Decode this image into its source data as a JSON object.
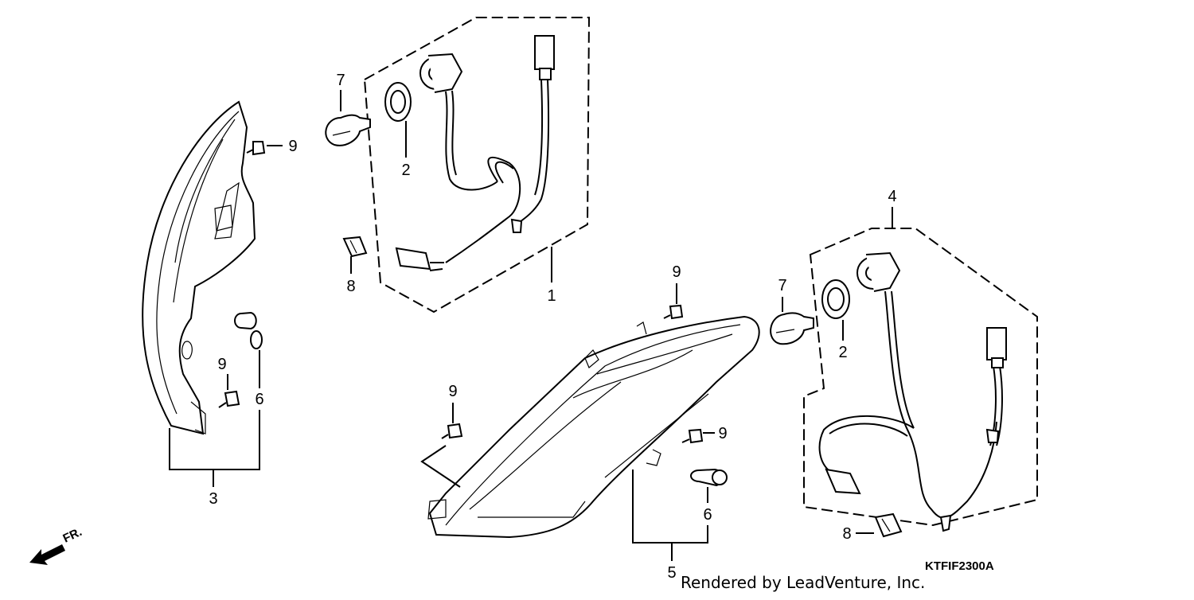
{
  "callouts": {
    "c1": "1",
    "c2a": "2",
    "c2b": "2",
    "c3": "3",
    "c4": "4",
    "c5": "5",
    "c6a": "6",
    "c6b": "6",
    "c7a": "7",
    "c7b": "7",
    "c8a": "8",
    "c8b": "8",
    "c9a": "9",
    "c9b": "9",
    "c9c": "9",
    "c9d": "9",
    "c9e": "9"
  },
  "front_marker": "FR.",
  "diagram_code": "KTFIF2300A",
  "credit": "Rendered by LeadVenture, Inc."
}
